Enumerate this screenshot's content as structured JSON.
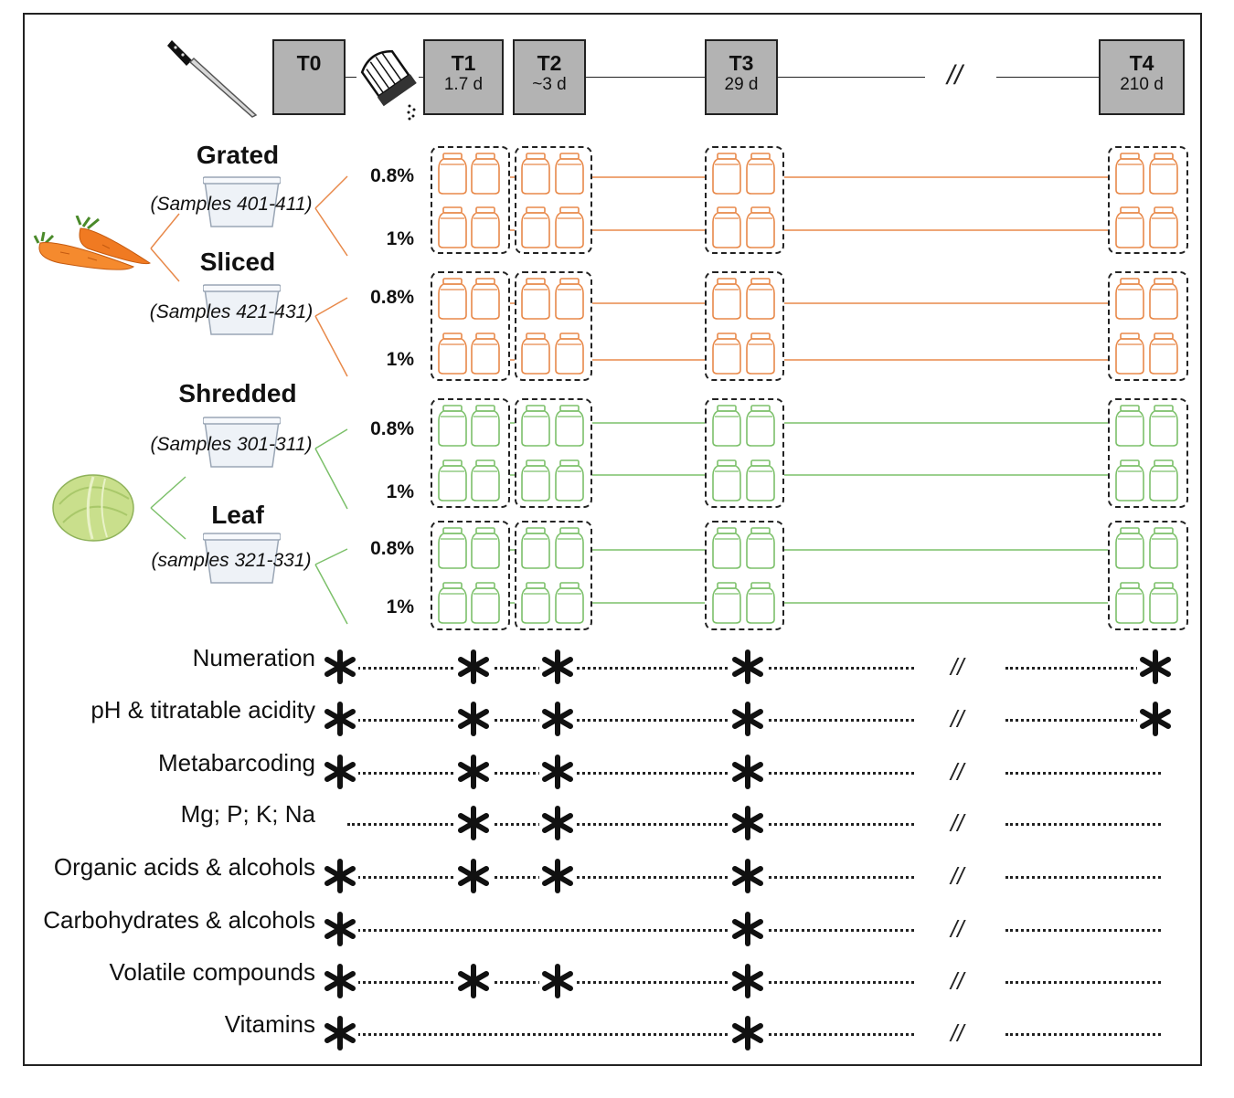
{
  "timeline": [
    {
      "label": "T0",
      "duration": ""
    },
    {
      "label": "T1",
      "duration": "1.7 d"
    },
    {
      "label": "T2",
      "duration": "~3 d"
    },
    {
      "label": "T3",
      "duration": "29 d"
    },
    {
      "label": "T4",
      "duration": "210 d"
    }
  ],
  "break_mark": "//",
  "preparations": [
    {
      "title": "Grated",
      "samples": "(Samples 401-411)",
      "vegetable": "carrot",
      "color": "#e8894a"
    },
    {
      "title": "Sliced",
      "samples": "(Samples 421-431)",
      "vegetable": "carrot",
      "color": "#e8894a"
    },
    {
      "title": "Shredded",
      "samples": "(Samples 301-311)",
      "vegetable": "cabbage",
      "color": "#7cc06a"
    },
    {
      "title": "Leaf",
      "samples": "(samples 321-331)",
      "vegetable": "cabbage",
      "color": "#7cc06a"
    }
  ],
  "salt_levels": [
    "0.8%",
    "1%"
  ],
  "analyses": [
    {
      "name": "Numeration",
      "marks": [
        true,
        true,
        true,
        true,
        true
      ]
    },
    {
      "name": "pH & titratable acidity",
      "marks": [
        true,
        true,
        true,
        true,
        true
      ]
    },
    {
      "name": "Metabarcoding",
      "marks": [
        true,
        true,
        true,
        true,
        false
      ]
    },
    {
      "name": "Mg; P; K; Na",
      "marks": [
        false,
        true,
        true,
        true,
        false
      ]
    },
    {
      "name": "Organic acids & alcohols",
      "marks": [
        true,
        true,
        true,
        true,
        false
      ]
    },
    {
      "name": "Carbohydrates & alcohols",
      "marks": [
        true,
        false,
        false,
        true,
        false
      ]
    },
    {
      "name": "Volatile compounds",
      "marks": [
        true,
        true,
        true,
        true,
        false
      ]
    },
    {
      "name": "Vitamins",
      "marks": [
        true,
        false,
        false,
        true,
        false
      ]
    }
  ],
  "icons": [
    "knife-icon",
    "salt-shaker-icon",
    "carrot-icon",
    "cabbage-icon",
    "container-icon",
    "jar-icon",
    "asterisk-icon"
  ]
}
